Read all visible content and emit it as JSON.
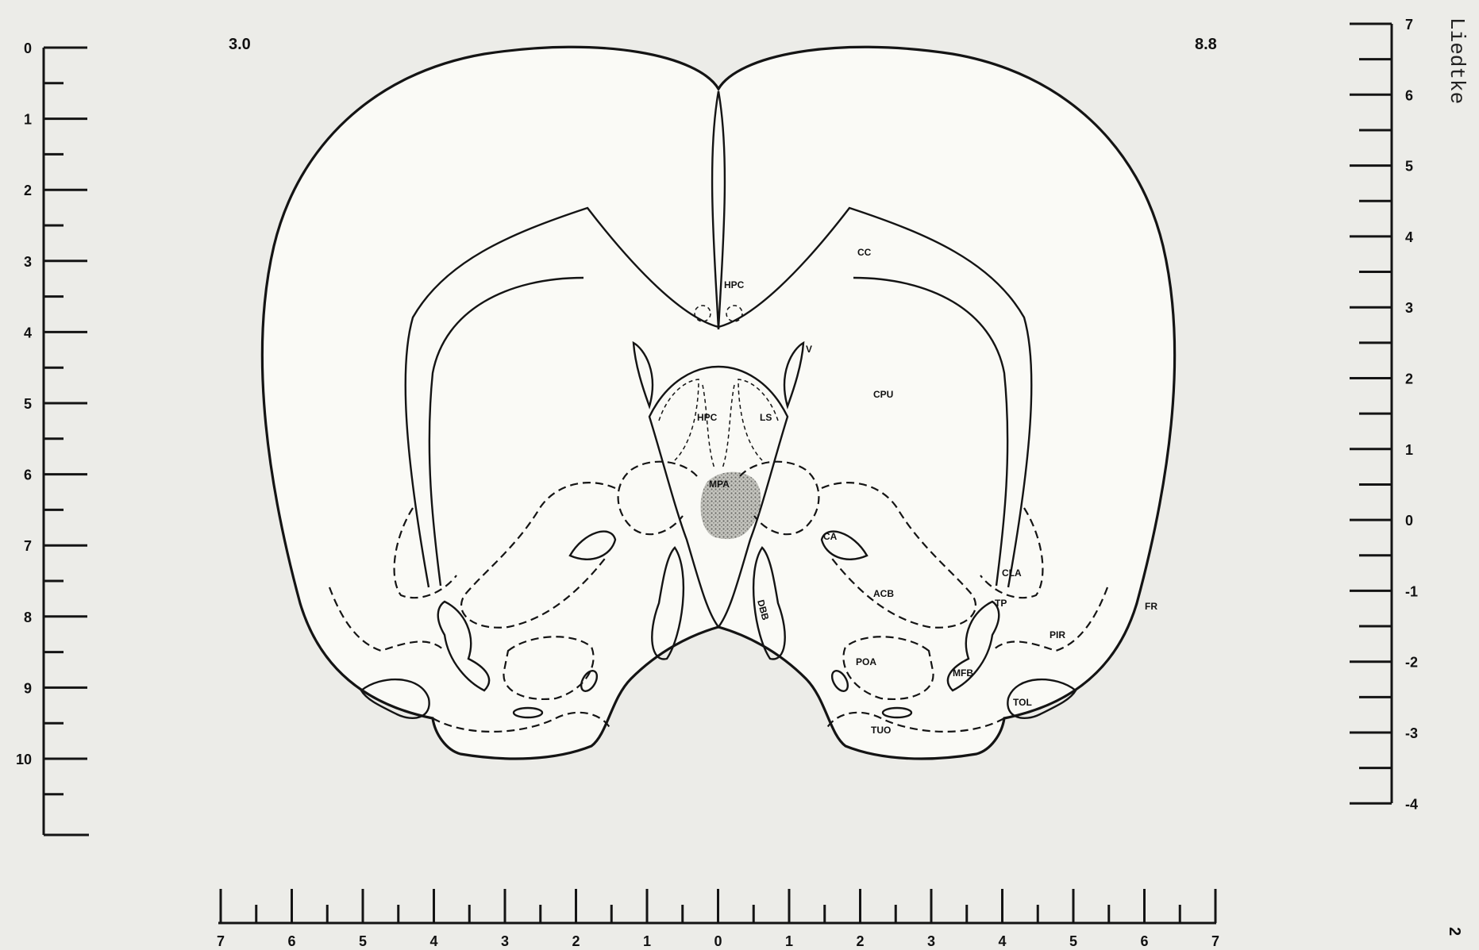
{
  "plate": {
    "corner_left": "3.0",
    "corner_right": "8.8",
    "author": "Liedtke",
    "page_number": "2"
  },
  "regions": {
    "cc": "CC",
    "hpc_top": "HPC",
    "v": "V",
    "cpu": "CPU",
    "hpc": "HPC",
    "ls": "LS",
    "mpa": "MPA",
    "ca": "CA",
    "cla": "CLA",
    "acb": "ACB",
    "tp": "TP",
    "fr": "FR",
    "dbb": "DBB",
    "pir": "PIR",
    "poa": "POA",
    "mfb": "MFB",
    "tol": "TOL",
    "tuo": "TUO"
  },
  "left_scale": {
    "labels": [
      "0",
      "1",
      "2",
      "3",
      "4",
      "5",
      "6",
      "7",
      "8",
      "9",
      "10"
    ]
  },
  "right_scale": {
    "labels": [
      "7",
      "6",
      "5",
      "4",
      "3",
      "2",
      "1",
      "0",
      "-1",
      "-2",
      "-3",
      "-4"
    ]
  },
  "bottom_scale": {
    "labels": [
      "7",
      "6",
      "5",
      "4",
      "3",
      "2",
      "1",
      "0",
      "1",
      "2",
      "3",
      "4",
      "5",
      "6",
      "7"
    ]
  },
  "lesion": {
    "region": "MPA",
    "color": "#9a9a94"
  }
}
